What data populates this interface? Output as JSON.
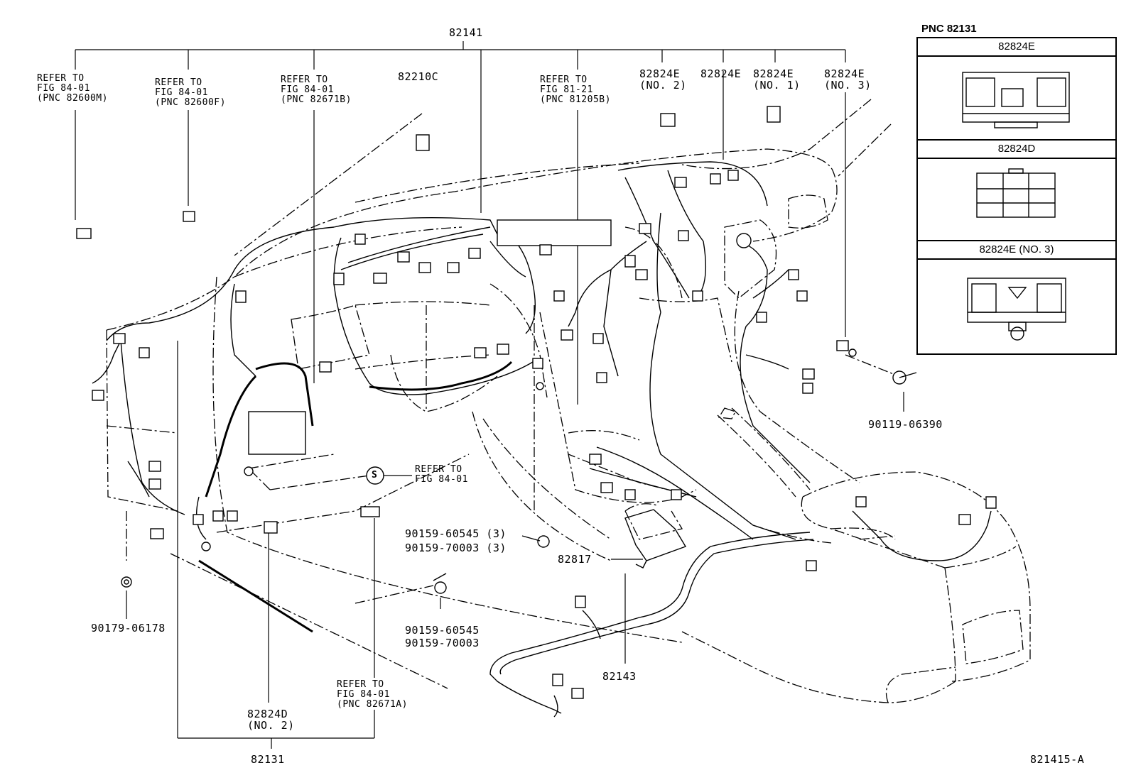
{
  "top_main": "82141",
  "refs": {
    "r1": [
      "REFER TO",
      "FIG 84-01",
      "(PNC 82600M)"
    ],
    "r2": [
      "REFER TO",
      "FIG 84-01",
      "(PNC 82600F)"
    ],
    "r3": [
      "REFER TO",
      "FIG 84-01",
      "(PNC 82671B)"
    ],
    "r4": [
      "REFER TO",
      "FIG 81-21",
      "(PNC 81205B)"
    ],
    "r5": [
      "REFER TO",
      "FIG 84-01"
    ],
    "r6": [
      "REFER TO",
      "FIG 84-01",
      "(PNC 82671A)"
    ]
  },
  "parts": {
    "p82210c": "82210C",
    "p82824e_no2": [
      "82824E",
      "(NO. 2)"
    ],
    "p82824e": "82824E",
    "p82824e_no1": [
      "82824E",
      "(NO. 1)"
    ],
    "p82824e_no3": [
      "82824E",
      "(NO. 3)"
    ],
    "p90119": "90119-06390",
    "p90159a": [
      "90159-60545 (3)",
      "90159-70003 (3)"
    ],
    "p82817": "82817",
    "p90159b": [
      "90159-60545",
      "90159-70003"
    ],
    "p82143": "82143",
    "p90179": "90179-06178",
    "p82824d_no2": [
      "82824D",
      "(NO. 2)"
    ],
    "p82131": "82131",
    "s_symbol": "S"
  },
  "inset": {
    "title": "PNC 82131",
    "rows": [
      "82824E",
      "82824D",
      "82824E (NO. 3)"
    ]
  },
  "figure_id": "821415-A"
}
